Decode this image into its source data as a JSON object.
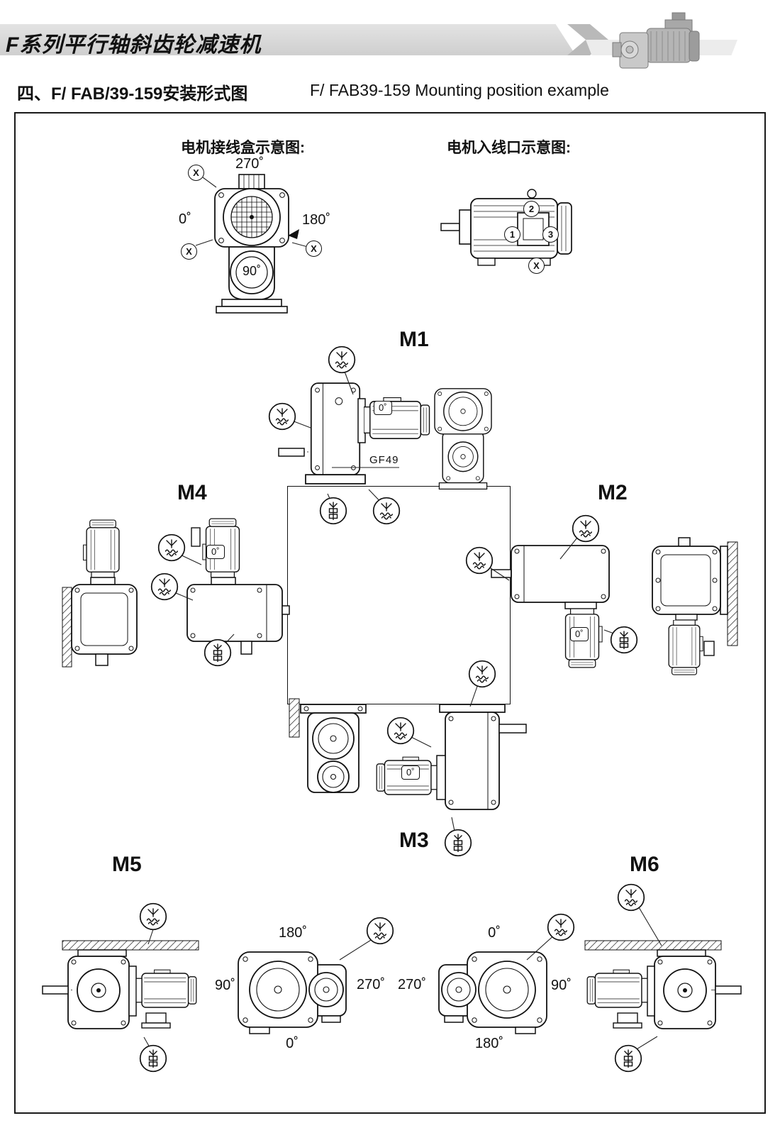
{
  "header": {
    "title": "F系列平行轴斜齿轮减速机"
  },
  "section": {
    "title_cn": "四、F/ FAB/39-159安装形式图",
    "title_en": "F/ FAB39-159 Mounting position example"
  },
  "junction_box": {
    "label": "电机接线盒示意图:",
    "angle_top": "270˚",
    "angle_left": "0˚",
    "angle_right": "180˚",
    "angle_bottom": "90˚",
    "x_mark": "X"
  },
  "cable_entry": {
    "label": "电机入线口示意图:",
    "pos_top": "2",
    "pos_left": "1",
    "pos_right": "3",
    "x_mark": "X"
  },
  "positions": {
    "m1": {
      "label": "M1",
      "note": "GF49",
      "motor_angle": "0˚"
    },
    "m2": {
      "label": "M2",
      "motor_angle": "0˚"
    },
    "m3": {
      "label": "M3",
      "motor_angle": "0˚"
    },
    "m4": {
      "label": "M4",
      "motor_angle": "0˚"
    },
    "m5": {
      "label": "M5",
      "angle_top": "180˚",
      "angle_left": "90˚",
      "angle_right": "270˚",
      "angle_bottom": "0˚"
    },
    "m6": {
      "label": "M6",
      "angle_top": "0˚",
      "angle_left": "270˚",
      "angle_right": "90˚",
      "angle_bottom": "180˚"
    }
  }
}
